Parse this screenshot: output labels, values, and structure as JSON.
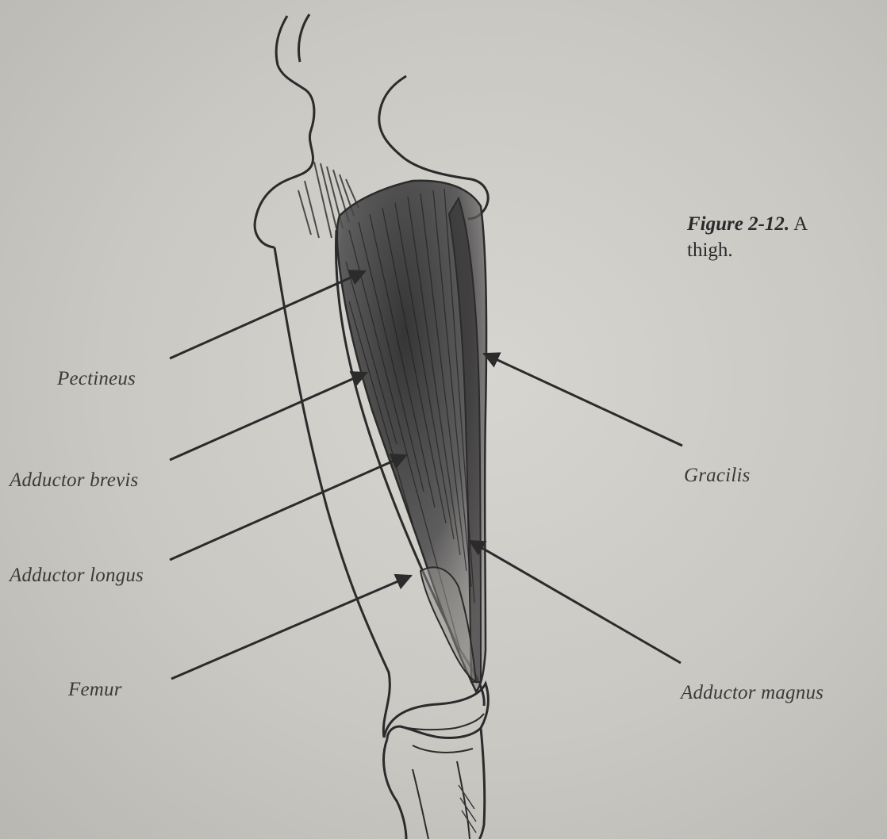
{
  "caption": {
    "figure_number": "Figure 2-12.",
    "text_line1": "A",
    "text_line2": "thigh."
  },
  "labels": {
    "pectineus": "Pectineus",
    "adductor_brevis": "Adductor brevis",
    "adductor_longus": "Adductor longus",
    "femur": "Femur",
    "gracilis": "Gracilis",
    "adductor_magnus": "Adductor magnus"
  },
  "colors": {
    "ink": "#2b2b2b",
    "muscle_dark": "#3b3a3b",
    "paper": "#cfcdc8"
  }
}
